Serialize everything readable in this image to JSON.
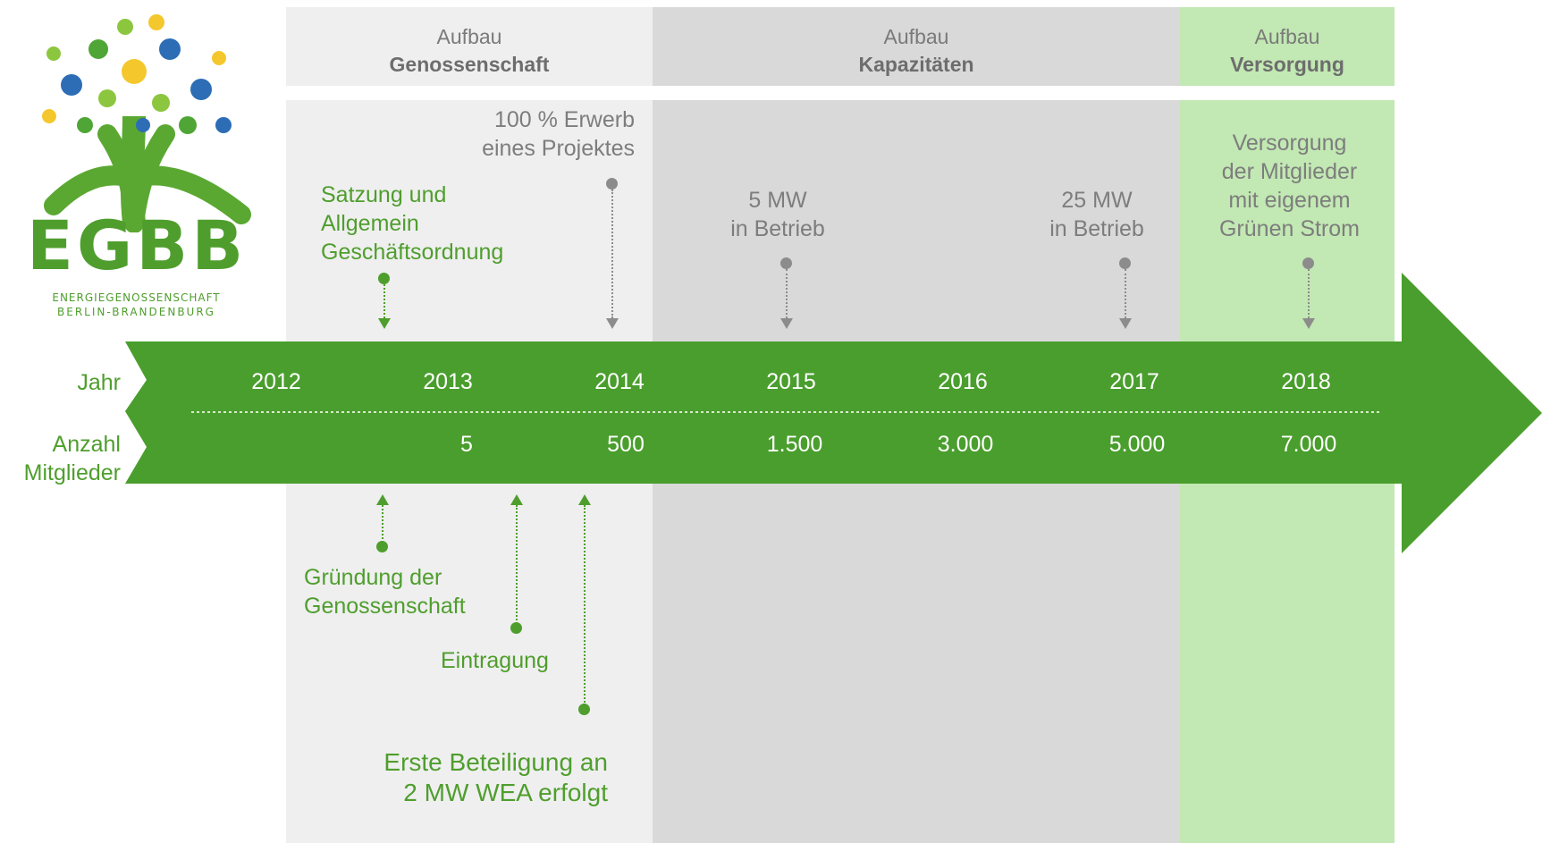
{
  "colors": {
    "green": "#4f9e2d",
    "arrow_green": "#4a9e2d",
    "phase1_bg": "#efefef",
    "phase2_bg": "#d9d9d9",
    "phase3_bg": "#c2e8b3",
    "grey_text": "#7d7d7d"
  },
  "logo": {
    "name": "EGBB",
    "line1": "ENERGIEGENOSSENSCHAFT",
    "line2": "BERLIN-BRANDENBURG"
  },
  "phases": [
    {
      "prefix": "Aufbau",
      "title": "Genossenschaft"
    },
    {
      "prefix": "Aufbau",
      "title": "Kapazitäten"
    },
    {
      "prefix": "Aufbau",
      "title": "Versorgung"
    }
  ],
  "row_labels": {
    "year": "Jahr",
    "members_1": "Anzahl",
    "members_2": "Mitglieder"
  },
  "years": [
    "2012",
    "2013",
    "2014",
    "2015",
    "2016",
    "2017",
    "2018"
  ],
  "members": [
    "5",
    "500",
    "1.500",
    "3.000",
    "5.000",
    "7.000"
  ],
  "events_above": [
    {
      "lines": [
        "Satzung und",
        "Allgemein",
        "Geschäftsordnung"
      ]
    },
    {
      "lines": [
        "100 % Erwerb",
        "eines Projektes"
      ]
    },
    {
      "lines": [
        "5 MW",
        "in Betrieb"
      ]
    },
    {
      "lines": [
        "25 MW",
        "in Betrieb"
      ]
    },
    {
      "lines": [
        "Versorgung",
        "der Mitglieder",
        "mit eigenem",
        "Grünen Strom"
      ]
    }
  ],
  "events_below": [
    {
      "lines": [
        "Gründung der",
        "Genossenschaft"
      ]
    },
    {
      "lines": [
        "Eintragung"
      ]
    },
    {
      "lines": [
        "Erste Beteiligung an",
        "2 MW WEA erfolgt"
      ]
    }
  ]
}
